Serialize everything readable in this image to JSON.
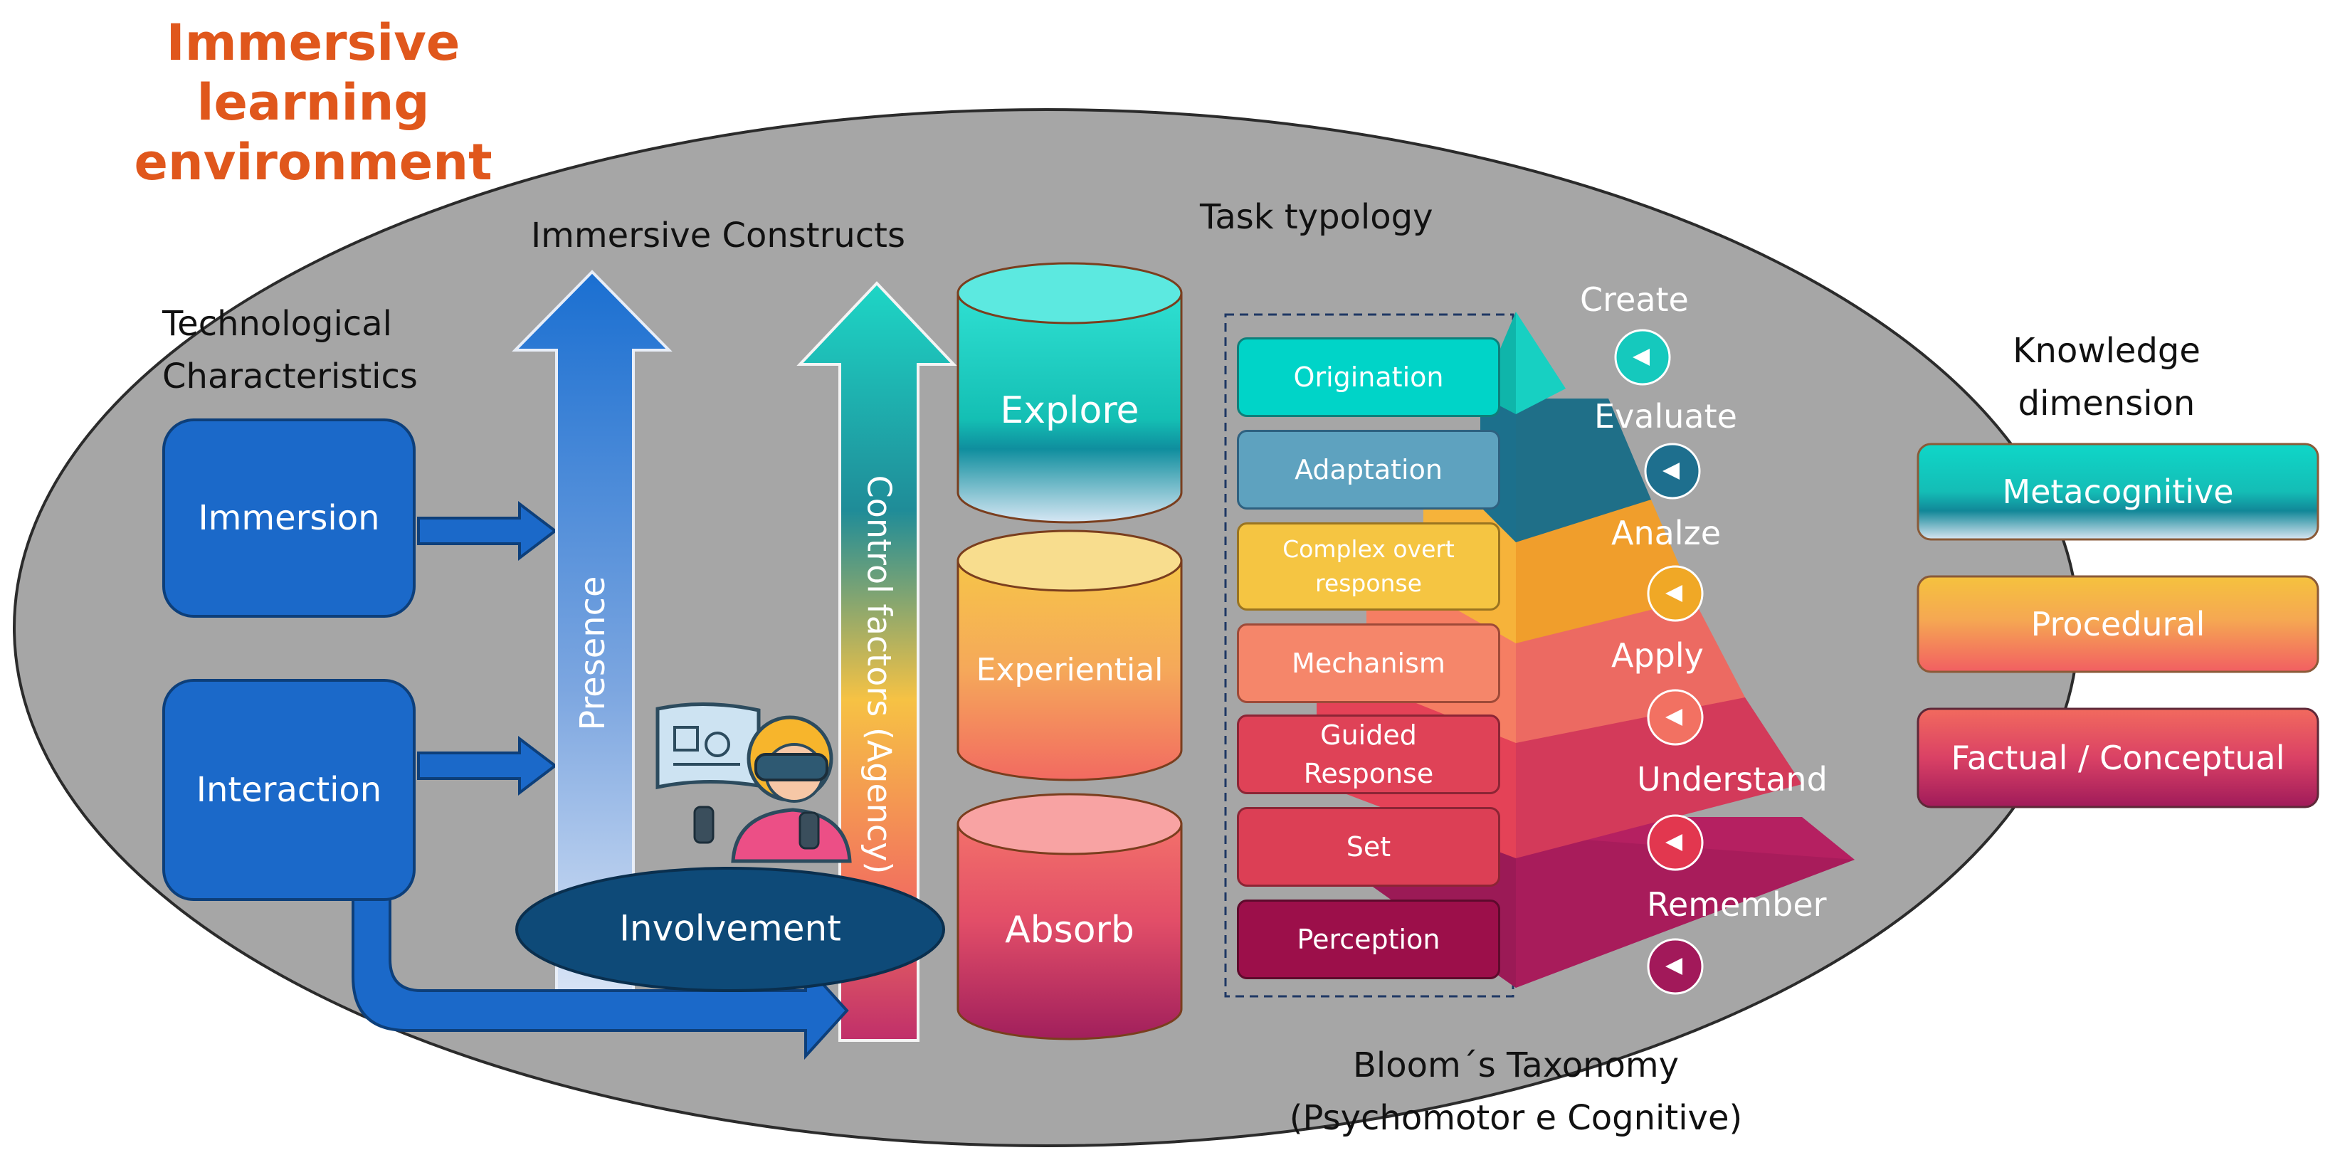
{
  "title": "Immersive learning environment",
  "headers": {
    "immersive_constructs": "Immersive Constructs",
    "task_typology": "Task typology",
    "technological_characteristics": "Technological Characteristics",
    "knowledge_dimension": "Knowledge dimension",
    "bloom_line1": "Bloom´s Taxonomy",
    "bloom_line2": "(Psychomotor e Cognitive)"
  },
  "technological": [
    "Immersion",
    "Interaction"
  ],
  "constructs": {
    "presence": "Presence",
    "agency": "Control factors (Agency)",
    "involvement": "Involvement"
  },
  "cylinders": [
    "Explore",
    "Experiential",
    "Absorb"
  ],
  "tasks": [
    "Origination",
    "Adaptation",
    "Complex overt response",
    "Mechanism",
    "Guided Response",
    "Set",
    "Perception"
  ],
  "bloom_levels": [
    "Create",
    "Evaluate",
    "Analze",
    "Apply",
    "Understand",
    "Remember"
  ],
  "knowledge": [
    "Metacognitive",
    "Procedural",
    "Factual / Conceptual"
  ],
  "colors": {
    "title": "#E0571C",
    "ellipse": "#A6A6A6",
    "tech_box": "#1B69C9",
    "involvement": "#0E4A78",
    "teal": "#0FD7C8",
    "yellow": "#F5C23E",
    "coral": "#F2735E",
    "magenta": "#A61C58"
  }
}
